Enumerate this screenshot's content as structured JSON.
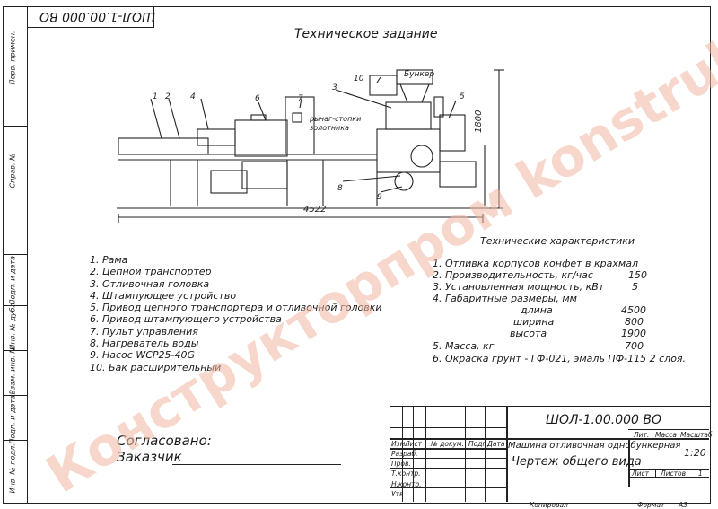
{
  "stamp_top": "ШОЛ-1.00.000 ВО",
  "title": "Техническое задание",
  "drawing_labels": {
    "hopper": "Бункер",
    "levers": "рычаг-стопки",
    "slide": "золотника",
    "dim_length": "4522",
    "dim_height": "1800",
    "callouts": [
      "1",
      "2",
      "3",
      "4",
      "5",
      "6",
      "7",
      "8",
      "9",
      "10"
    ]
  },
  "parts": [
    "1. Рама",
    "2. Цепной транспортер",
    "3. Отливочная головка",
    "4. Штампующее устройство",
    "5. Привод цепного транспортера и отливочной головки",
    "6. Привод штампующего устройства",
    "7. Пульт управления",
    "8. Нагреватель воды",
    "9. Насос WCP25-40G",
    "10. Бак расширительный"
  ],
  "specs": {
    "heading": "Технические характеристики",
    "rows": [
      {
        "label": "1. Отливка корпусов конфет в крахмал",
        "value": ""
      },
      {
        "label": "2. Производительность, кг/час",
        "value": "150"
      },
      {
        "label": "3. Установленная мощность, кВт",
        "value": "5"
      },
      {
        "label": "4. Габаритные размеры, мм",
        "value": ""
      },
      {
        "label": "длина",
        "value": "4500"
      },
      {
        "label": "ширина",
        "value": "800"
      },
      {
        "label": "высота",
        "value": "1900"
      },
      {
        "label": "5. Масса, кг",
        "value": "700"
      },
      {
        "label": "6. Окраска грунт - ГФ-021, эмаль ПФ-115 2 слоя.",
        "value": ""
      }
    ]
  },
  "approval": {
    "agreed": "Согласовано:",
    "customer": "Заказчик"
  },
  "side_stamps": [
    "Перв. примен.",
    "Справ. №",
    "Подп. и дата",
    "Инв. № дубл.",
    "Взам. инв. №",
    "Подп. и дата",
    "Инв. № подл."
  ],
  "title_block": {
    "code": "ШОЛ-1.00.000 ВО",
    "name_line1": "Машина отливочная однобункерная",
    "name_line2": "Чертеж общего вида",
    "col_lit": "Лит.",
    "col_mass": "Масса",
    "col_scale": "Масштаб",
    "scale": "1:20",
    "sheet": "Лист",
    "sheets": "Листов",
    "sheets_count": "1",
    "hdr": [
      "Изм.",
      "Лист",
      "№ докум.",
      "Подп.",
      "Дата"
    ],
    "roles": [
      "Разраб.",
      "Пров.",
      "Т.контр.",
      "",
      "Н.контр.",
      "Утв."
    ],
    "copied": "Копировал",
    "format_label": "Формат",
    "format": "А3"
  },
  "watermark": "Конструкторпром  konstruktor.ru"
}
